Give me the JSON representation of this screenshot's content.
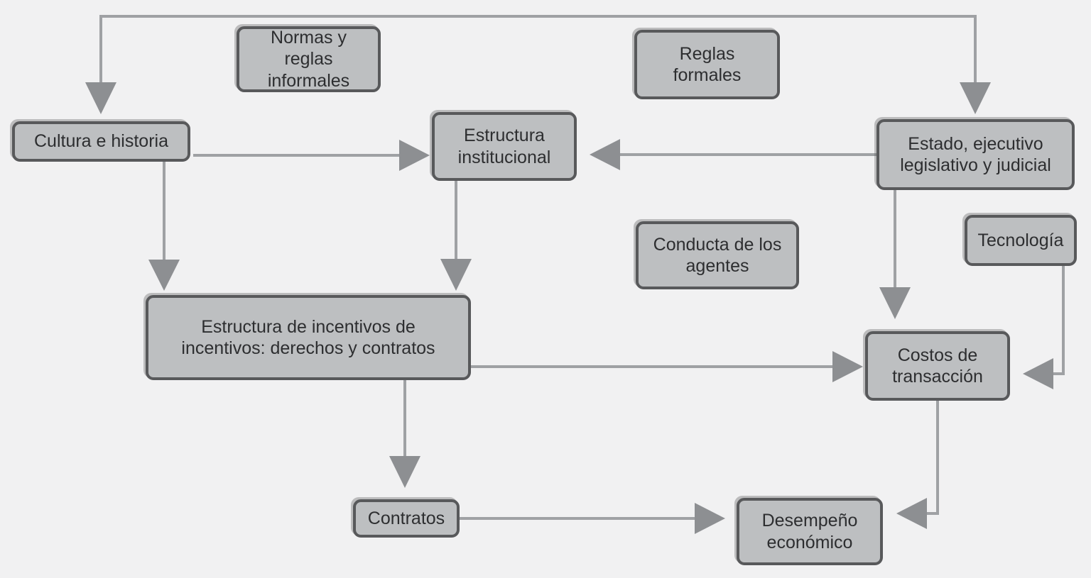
{
  "colors": {
    "background": "#f1f1f2",
    "node_fill": "#bdbfc1",
    "node_border": "#58595b",
    "arrow_line": "#9fa1a4",
    "arrow_head": "#8d8f92",
    "text": "#2d2e30"
  },
  "diagram": {
    "nodes": [
      {
        "id": "normas-y-reglas-informales",
        "label": "Normas y reglas\ninformales"
      },
      {
        "id": "reglas-formales",
        "label": "Reglas\nformales"
      },
      {
        "id": "cultura-e-historia",
        "label": "Cultura e historia"
      },
      {
        "id": "estructura-institucional",
        "label": "Estructura\ninstitucional"
      },
      {
        "id": "estado-ejecutivo-legislativo-judicial",
        "label": "Estado, ejecutivo\nlegislativo y judicial"
      },
      {
        "id": "conducta-de-los-agentes",
        "label": "Conducta de los\nagentes"
      },
      {
        "id": "tecnologia",
        "label": "Tecnología"
      },
      {
        "id": "estructura-de-incentivos",
        "label": "Estructura de incentivos de\nincentivos: derechos y contratos"
      },
      {
        "id": "costos-de-transaccion",
        "label": "Costos de\ntransacción"
      },
      {
        "id": "contratos",
        "label": "Contratos"
      },
      {
        "id": "desempeno-economico",
        "label": "Desempeño\neconómico"
      }
    ],
    "edges": [
      {
        "from": "top-connector",
        "to": "cultura-e-historia"
      },
      {
        "from": "top-connector",
        "to": "estado-ejecutivo-legislativo-judicial"
      },
      {
        "from": "cultura-e-historia",
        "to": "estructura-institucional"
      },
      {
        "from": "estado-ejecutivo-legislativo-judicial",
        "to": "estructura-institucional"
      },
      {
        "from": "cultura-e-historia",
        "to": "estructura-de-incentivos"
      },
      {
        "from": "estructura-institucional",
        "to": "estructura-de-incentivos"
      },
      {
        "from": "estado-ejecutivo-legislativo-judicial",
        "to": "costos-de-transaccion"
      },
      {
        "from": "tecnologia",
        "to": "costos-de-transaccion"
      },
      {
        "from": "estructura-de-incentivos",
        "to": "costos-de-transaccion"
      },
      {
        "from": "estructura-de-incentivos",
        "to": "contratos"
      },
      {
        "from": "contratos",
        "to": "desempeno-economico"
      },
      {
        "from": "costos-de-transaccion",
        "to": "desempeno-economico"
      }
    ]
  }
}
